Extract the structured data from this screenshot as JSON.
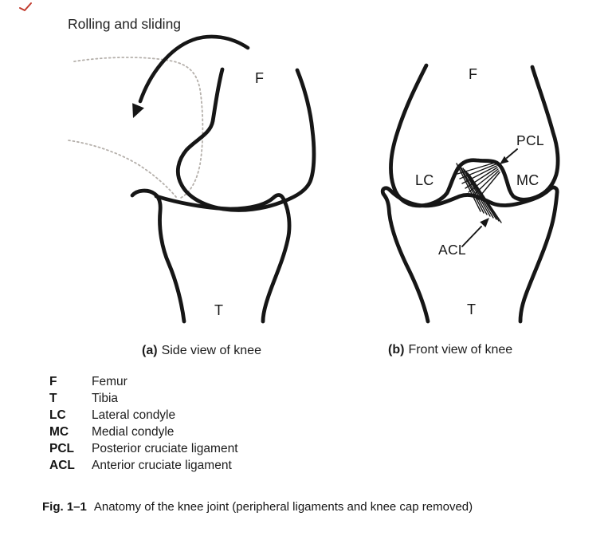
{
  "annotations": {
    "rolling_label": "Rolling and sliding"
  },
  "side_view": {
    "caption_prefix": "(a)",
    "caption_text": "Side view of knee",
    "labels": {
      "femur": "F",
      "tibia": "T"
    }
  },
  "front_view": {
    "caption_prefix": "(b)",
    "caption_text": "Front view of knee",
    "labels": {
      "femur": "F",
      "tibia": "T",
      "lateral_condyle": "LC",
      "medial_condyle": "MC",
      "pcl": "PCL",
      "acl": "ACL"
    }
  },
  "legend": {
    "items": [
      {
        "abbr": "F",
        "term": "Femur"
      },
      {
        "abbr": "T",
        "term": "Tibia"
      },
      {
        "abbr": "LC",
        "term": "Lateral condyle"
      },
      {
        "abbr": "MC",
        "term": "Medial condyle"
      },
      {
        "abbr": "PCL",
        "term": "Posterior cruciate ligament"
      },
      {
        "abbr": "ACL",
        "term": "Anterior cruciate ligament"
      }
    ]
  },
  "figure_caption": {
    "label": "Fig. 1–1",
    "text": "Anatomy of the knee joint (peripheral ligaments and knee cap removed)"
  },
  "colors": {
    "line": "#161616",
    "ghost_outline": "#b5b0ab",
    "background": "#ffffff",
    "corner_mark": "#c23b2e"
  }
}
